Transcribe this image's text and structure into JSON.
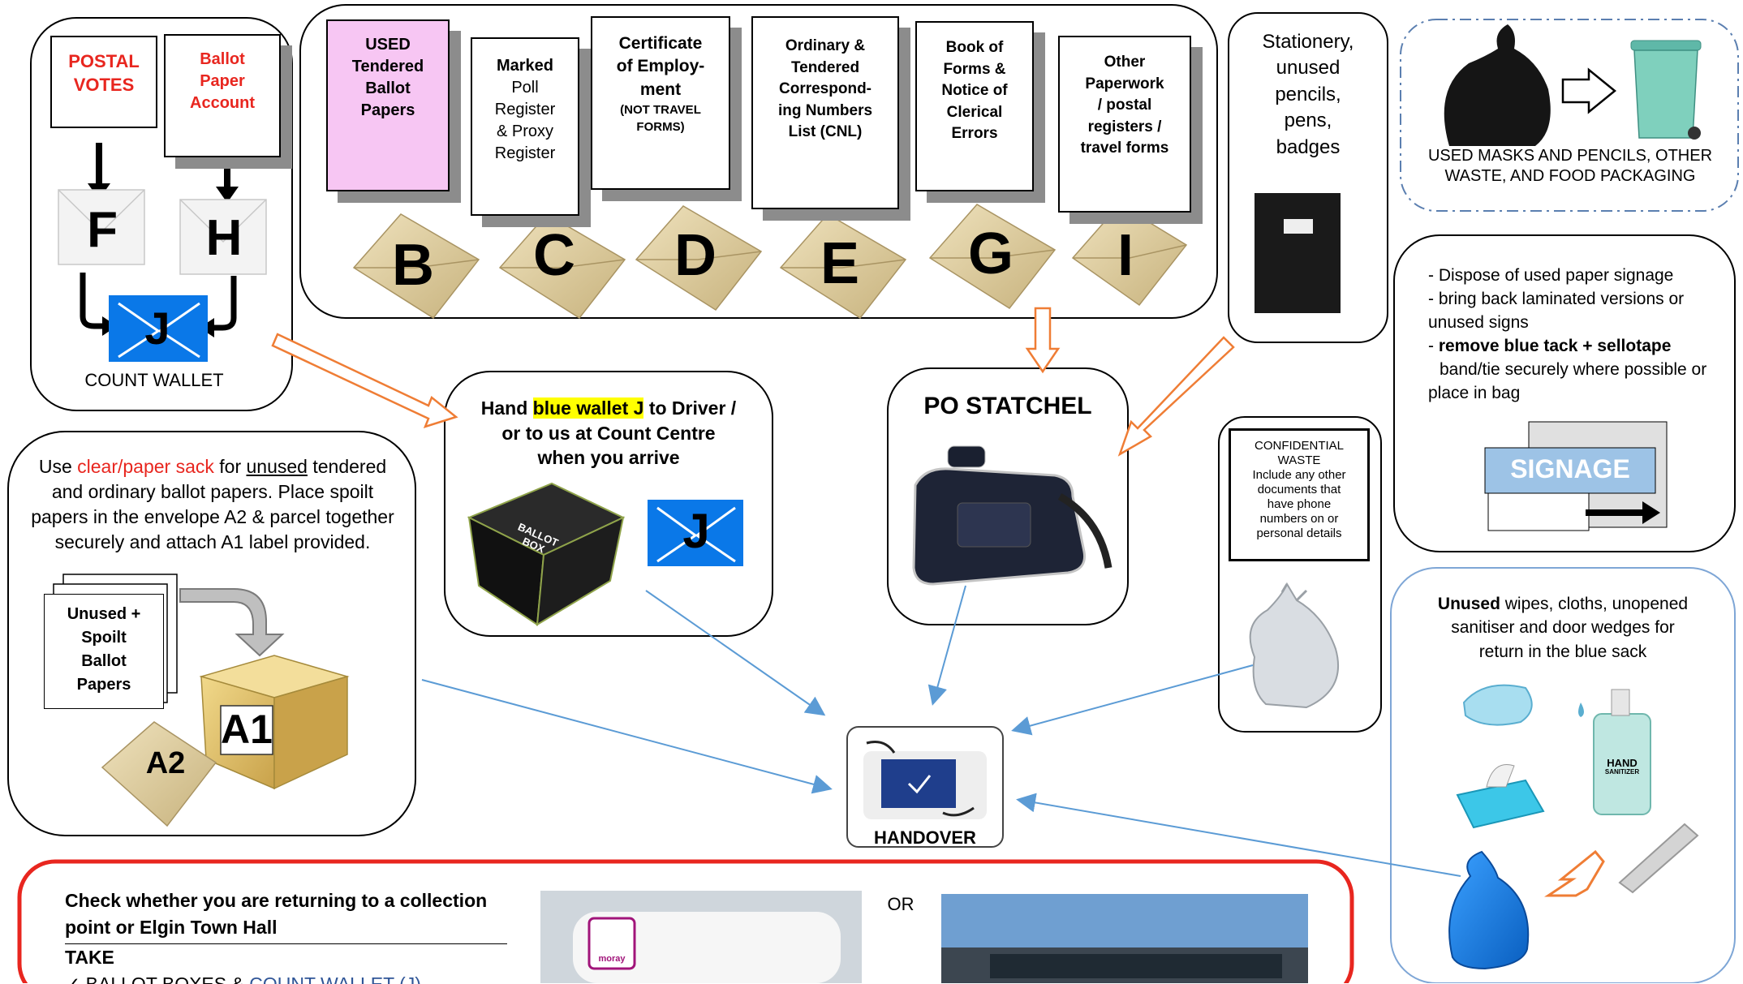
{
  "postal_votes": {
    "line1": "POSTAL",
    "line2": "VOTES"
  },
  "ballot_paper_account": {
    "line1": "Ballot",
    "line2": "Paper",
    "line3": "Account"
  },
  "envelopes": {
    "F": "F",
    "H": "H",
    "J": "J",
    "B": "B",
    "C": "C",
    "D": "D",
    "E": "E",
    "G": "G",
    "I": "I",
    "A2": "A2"
  },
  "count_wallet_label": "COUNT WALLET",
  "docs": {
    "B": [
      "USED",
      "Tendered",
      "Ballot",
      "Papers"
    ],
    "C": [
      "Marked",
      "Poll",
      "Register",
      "& Proxy",
      "Register"
    ],
    "D": [
      "Certificate",
      "of Employ-",
      "ment"
    ],
    "D_note": [
      "(NOT TRAVEL",
      "FORMS)"
    ],
    "E": [
      "Ordinary &",
      "Tendered",
      "Correspond-",
      "ing Numbers",
      "List (CNL)"
    ],
    "G": [
      "Book of",
      "Forms &",
      "Notice of",
      "Clerical",
      "Errors"
    ],
    "I": [
      "Other",
      "Paperwork",
      "/ postal",
      "registers /",
      "travel forms"
    ]
  },
  "stationery": [
    "Stationery,",
    "unused",
    "pencils,",
    "pens,",
    "badges"
  ],
  "waste": {
    "text": [
      "USED MASKS AND PENCILS, OTHER",
      "WASTE, AND FOOD PACKAGING"
    ]
  },
  "signage": {
    "lines": [
      "- Dispose of used paper signage",
      "- bring back laminated versions or",
      "unused signs"
    ],
    "bold_line": "remove blue tack + sellotape",
    "bold_prefix": " - ",
    "lines_after": [
      "band/tie securely where possible or",
      "place in bag"
    ],
    "label": "SIGNAGE"
  },
  "hand_wallet": {
    "prefix": "Hand ",
    "highlight": "blue wallet J",
    "suffix": " to Driver /",
    "line2": "or to us at Count Centre",
    "line3": "when you arrive"
  },
  "ballot_box_label": [
    "BALLOT",
    "BOX"
  ],
  "po_statchel": "PO STATCHEL",
  "confidential": [
    "CONFIDENTIAL",
    "WASTE",
    "Include any other",
    "documents that",
    "have phone",
    "numbers on or",
    "personal details"
  ],
  "unused_ballots": {
    "pre": "Use ",
    "red": "clear/paper sack",
    "mid": " for ",
    "underline": "unused",
    "post": " tendered",
    "lines": [
      "and ordinary ballot papers. Place spoilt",
      "papers in the envelope A2 & parcel together",
      "securely and attach A1 label provided."
    ],
    "doc": [
      "Unused +",
      "Spoilt",
      "Ballot",
      "Papers"
    ],
    "box_label": "A1"
  },
  "handover_label": "HANDOVER",
  "unused_wipes": {
    "bold": "Unused",
    "rest": " wipes, cloths, unopened",
    "line2": "sanitiser and door wedges for",
    "line3": "return in the blue sack",
    "sanitizer_label": [
      "HAND",
      "SANITIZER"
    ]
  },
  "bottom": {
    "line1": "Check whether you are returning to a collection",
    "line2": "point or Elgin Town Hall",
    "take": "TAKE",
    "item_check": "✓",
    "item_prefix": "BALLOT BOXES & ",
    "item_link": "COUNT WALLET (J)",
    "or": "OR",
    "van_logo": "moray"
  },
  "colors": {
    "red": "#e8261f",
    "blue_wallet": "#0a78e8",
    "pink": "#f7c6f3",
    "orange": "#ef7d35",
    "arrow_blue": "#5b9bd5",
    "highlight": "#ffff00",
    "signage_blue": "#9dc3e6",
    "envelope": "#dcc99b"
  }
}
